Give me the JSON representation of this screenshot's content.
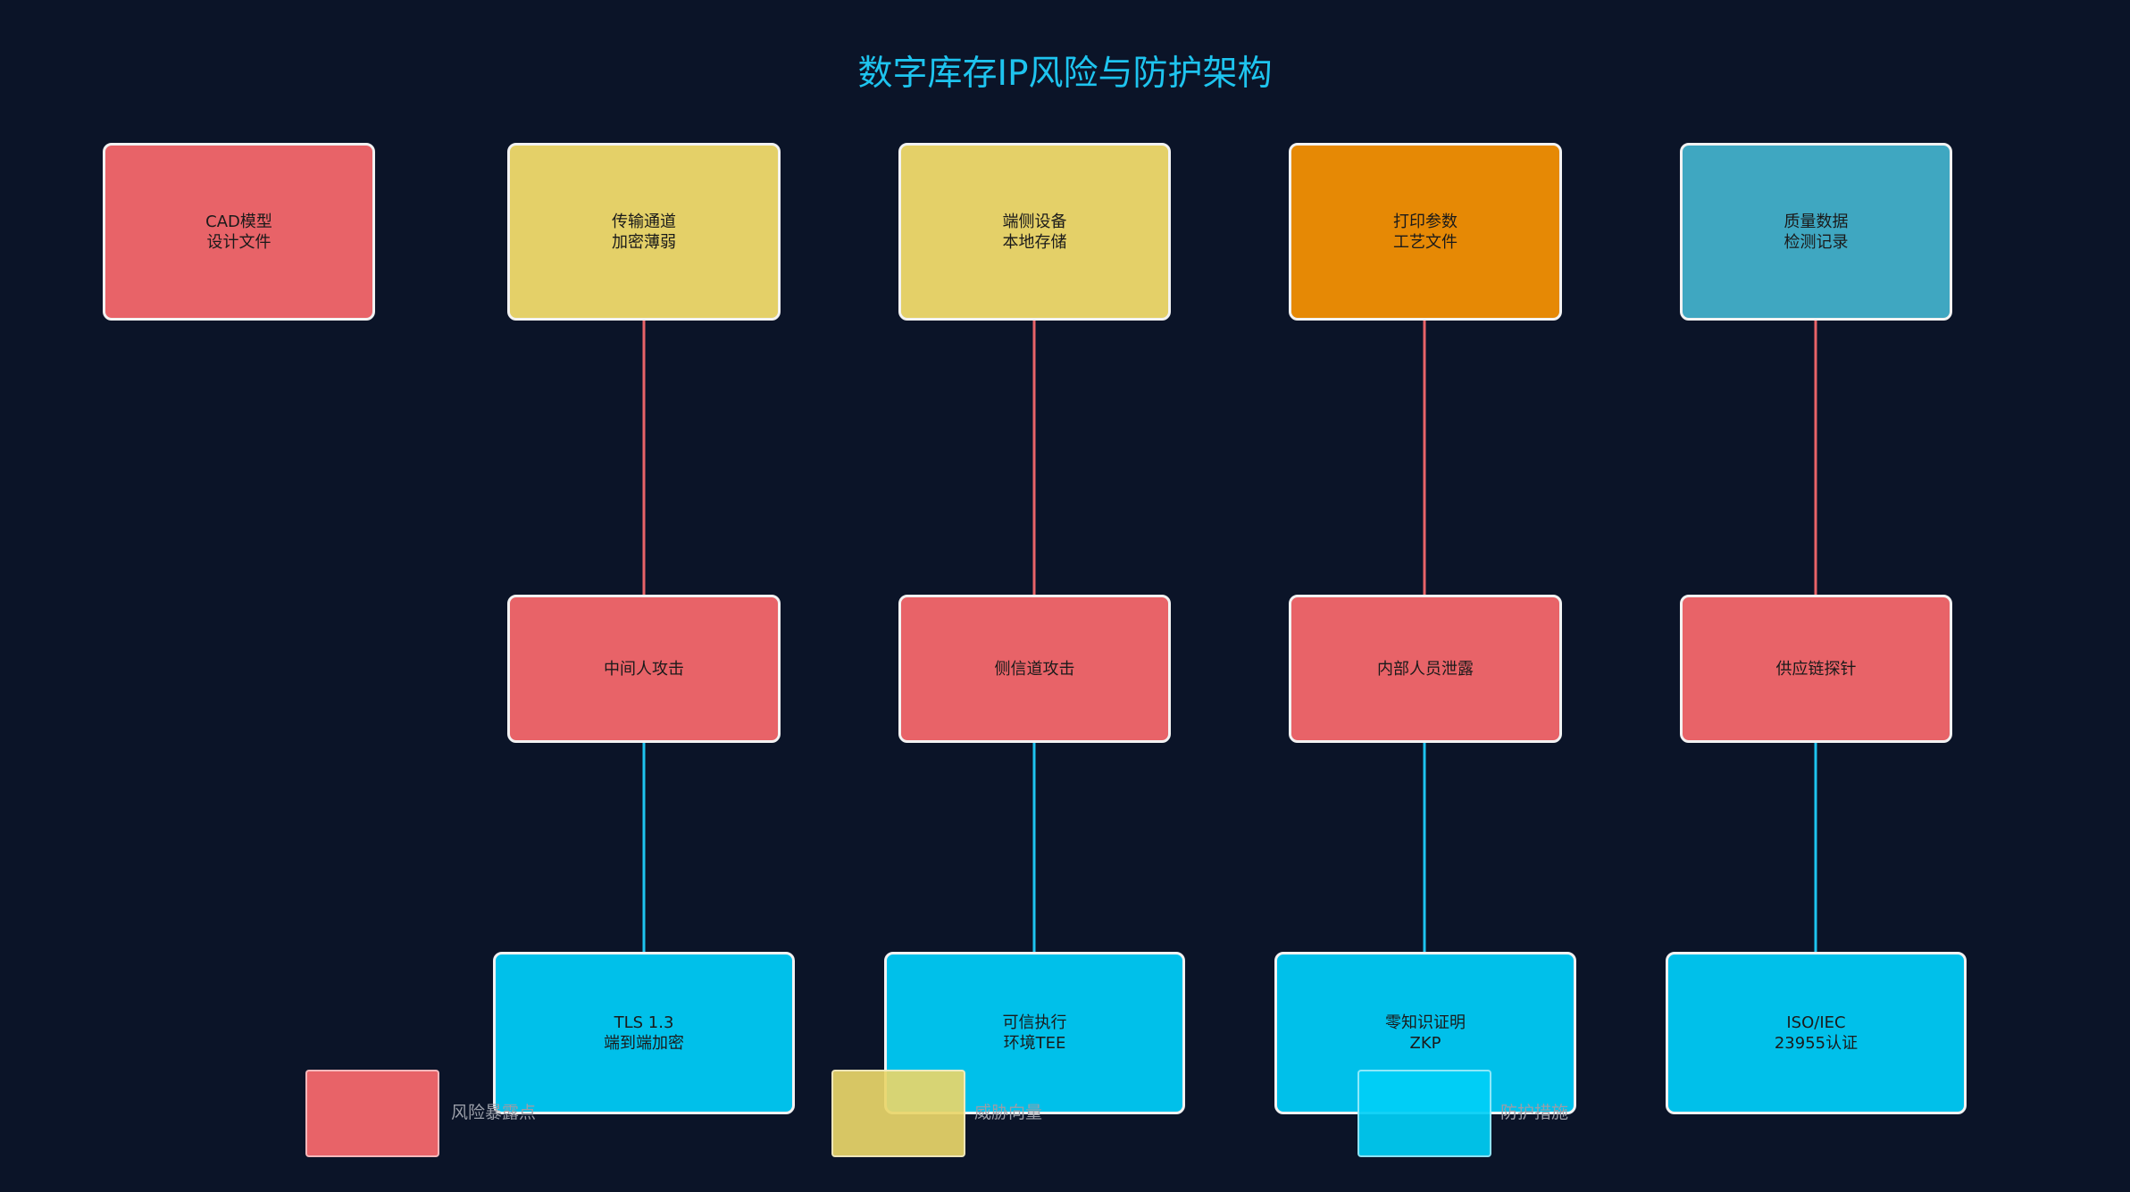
{
  "title": "数字库存IP风险与防护架构",
  "sources": [
    {
      "label": "CAD模型\n设计文件",
      "color": "#e86368"
    },
    {
      "label": "传输通道\n加密薄弱",
      "color": "#e4d068"
    },
    {
      "label": "端侧设备\n本地存储",
      "color": "#e4d068"
    },
    {
      "label": "打印参数\n工艺文件",
      "color": "#e68905"
    },
    {
      "label": "质量数据\n检测记录",
      "color": "#3fa7c1"
    }
  ],
  "attacks": [
    {
      "label": "中间人攻击"
    },
    {
      "label": "侧信道攻击"
    },
    {
      "label": "内部人员泄露"
    },
    {
      "label": "供应链探针"
    }
  ],
  "defenses": [
    {
      "label": "TLS 1.3\n端到端加密"
    },
    {
      "label": "可信执行\n环境TEE"
    },
    {
      "label": "零知识证明\nZKP"
    },
    {
      "label": "ISO/IEC\n23955认证"
    }
  ],
  "legend": [
    {
      "label": "风险暴露点",
      "color": "#e86368"
    },
    {
      "label": "威胁向量",
      "color": "#e4d068"
    },
    {
      "label": "防护措施",
      "color": "#00cff6"
    }
  ],
  "colors": {
    "background": "#0b1428",
    "title": "#1ec4ef",
    "risk_edge": "#e86368",
    "defense_edge": "#1ec4ef"
  }
}
